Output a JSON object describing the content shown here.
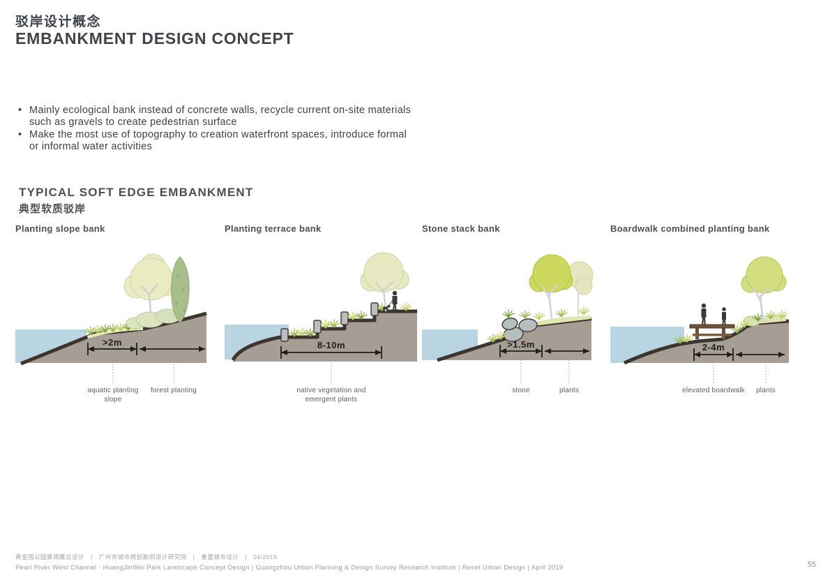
{
  "page": {
    "title_zh": "驳岸设计概念",
    "title_en": "EMBANKMENT DESIGN CONCEPT",
    "page_number": "55"
  },
  "bullets": [
    "Mainly ecological bank instead of concrete walls, recycle current on-site materials such as gravels to create pedestrian surface",
    "Make the most use of topography to creation waterfront spaces, introduce formal or informal water activities"
  ],
  "section": {
    "title_en": "TYPICAL SOFT EDGE EMBANKMENT",
    "title_zh": "典型软质驳岸"
  },
  "diagrams": [
    {
      "title": "Planting slope bank",
      "dimension": ">2m",
      "labels": [
        "aquatic planting slope",
        "forest planting"
      ]
    },
    {
      "title": "Planting terrace bank",
      "dimension": "8-10m",
      "labels": [
        "native vegetation and emergent plants"
      ]
    },
    {
      "title": "Stone stack bank",
      "dimension": ">1.5m",
      "labels": [
        "stone",
        "plants"
      ]
    },
    {
      "title": "Boardwalk combined planting bank",
      "dimension": "2-4m",
      "labels": [
        "elevated boardwalk",
        "plants"
      ]
    }
  ],
  "footer": {
    "line_zh": "黄金围公园景观概念设计　|　广州市城市规划勘测设计研究院　|　重置城市设计　|　04/2019",
    "line_en": "Pearl River West Channel - HuangJinWei Park Landscape Concept Design |  Guangzhou Urban Planning & Design Survey Research Institute  |  Reset Urban Design  |  April 2019"
  },
  "colors": {
    "water": "#b9d5e1",
    "earth": "#a69d95",
    "soil_band": "#3b352c",
    "heading_text": "#3f444b"
  }
}
